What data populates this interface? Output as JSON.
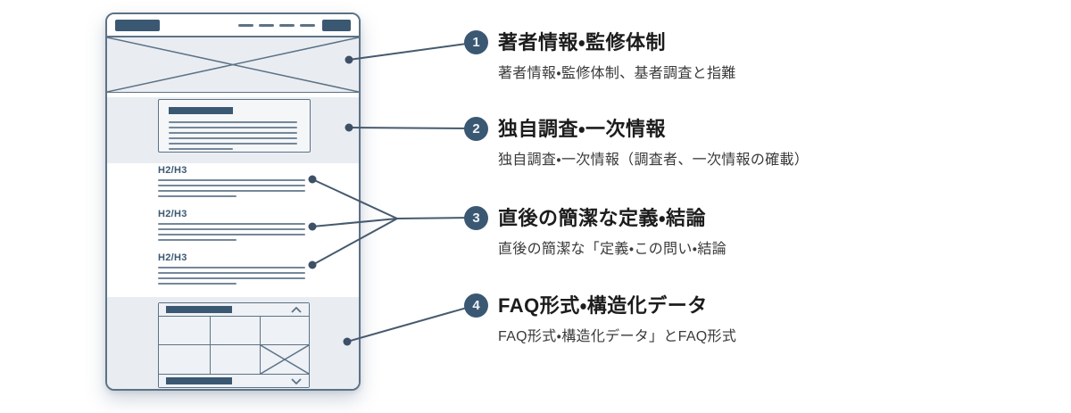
{
  "palette": {
    "accent": "#3b5873",
    "stroke": "#5d7286",
    "section_bg": "#e9edf2",
    "connector": "#465a6e",
    "title_text": "#1c1c1c",
    "subtitle_text": "#3a3a3a"
  },
  "wireframe": {
    "h2_label": "H2/H3"
  },
  "annotations": [
    {
      "number": "1",
      "title": "著者情報・監修体制",
      "subtitle": "著者情報・監修体制、基者調査と指難"
    },
    {
      "number": "2",
      "title": "独自調査・一次情報",
      "subtitle": "独自調査・一次情報（調査者、一次情報の確載）"
    },
    {
      "number": "3",
      "title": "直後の簡潔な定義・結論",
      "subtitle": "直後の簡潔な「定義・この問い・結論"
    },
    {
      "number": "4",
      "title": "FAQ形式・構造化データ",
      "subtitle": "FAQ形式・構造化データ」とFAQ形式"
    }
  ]
}
